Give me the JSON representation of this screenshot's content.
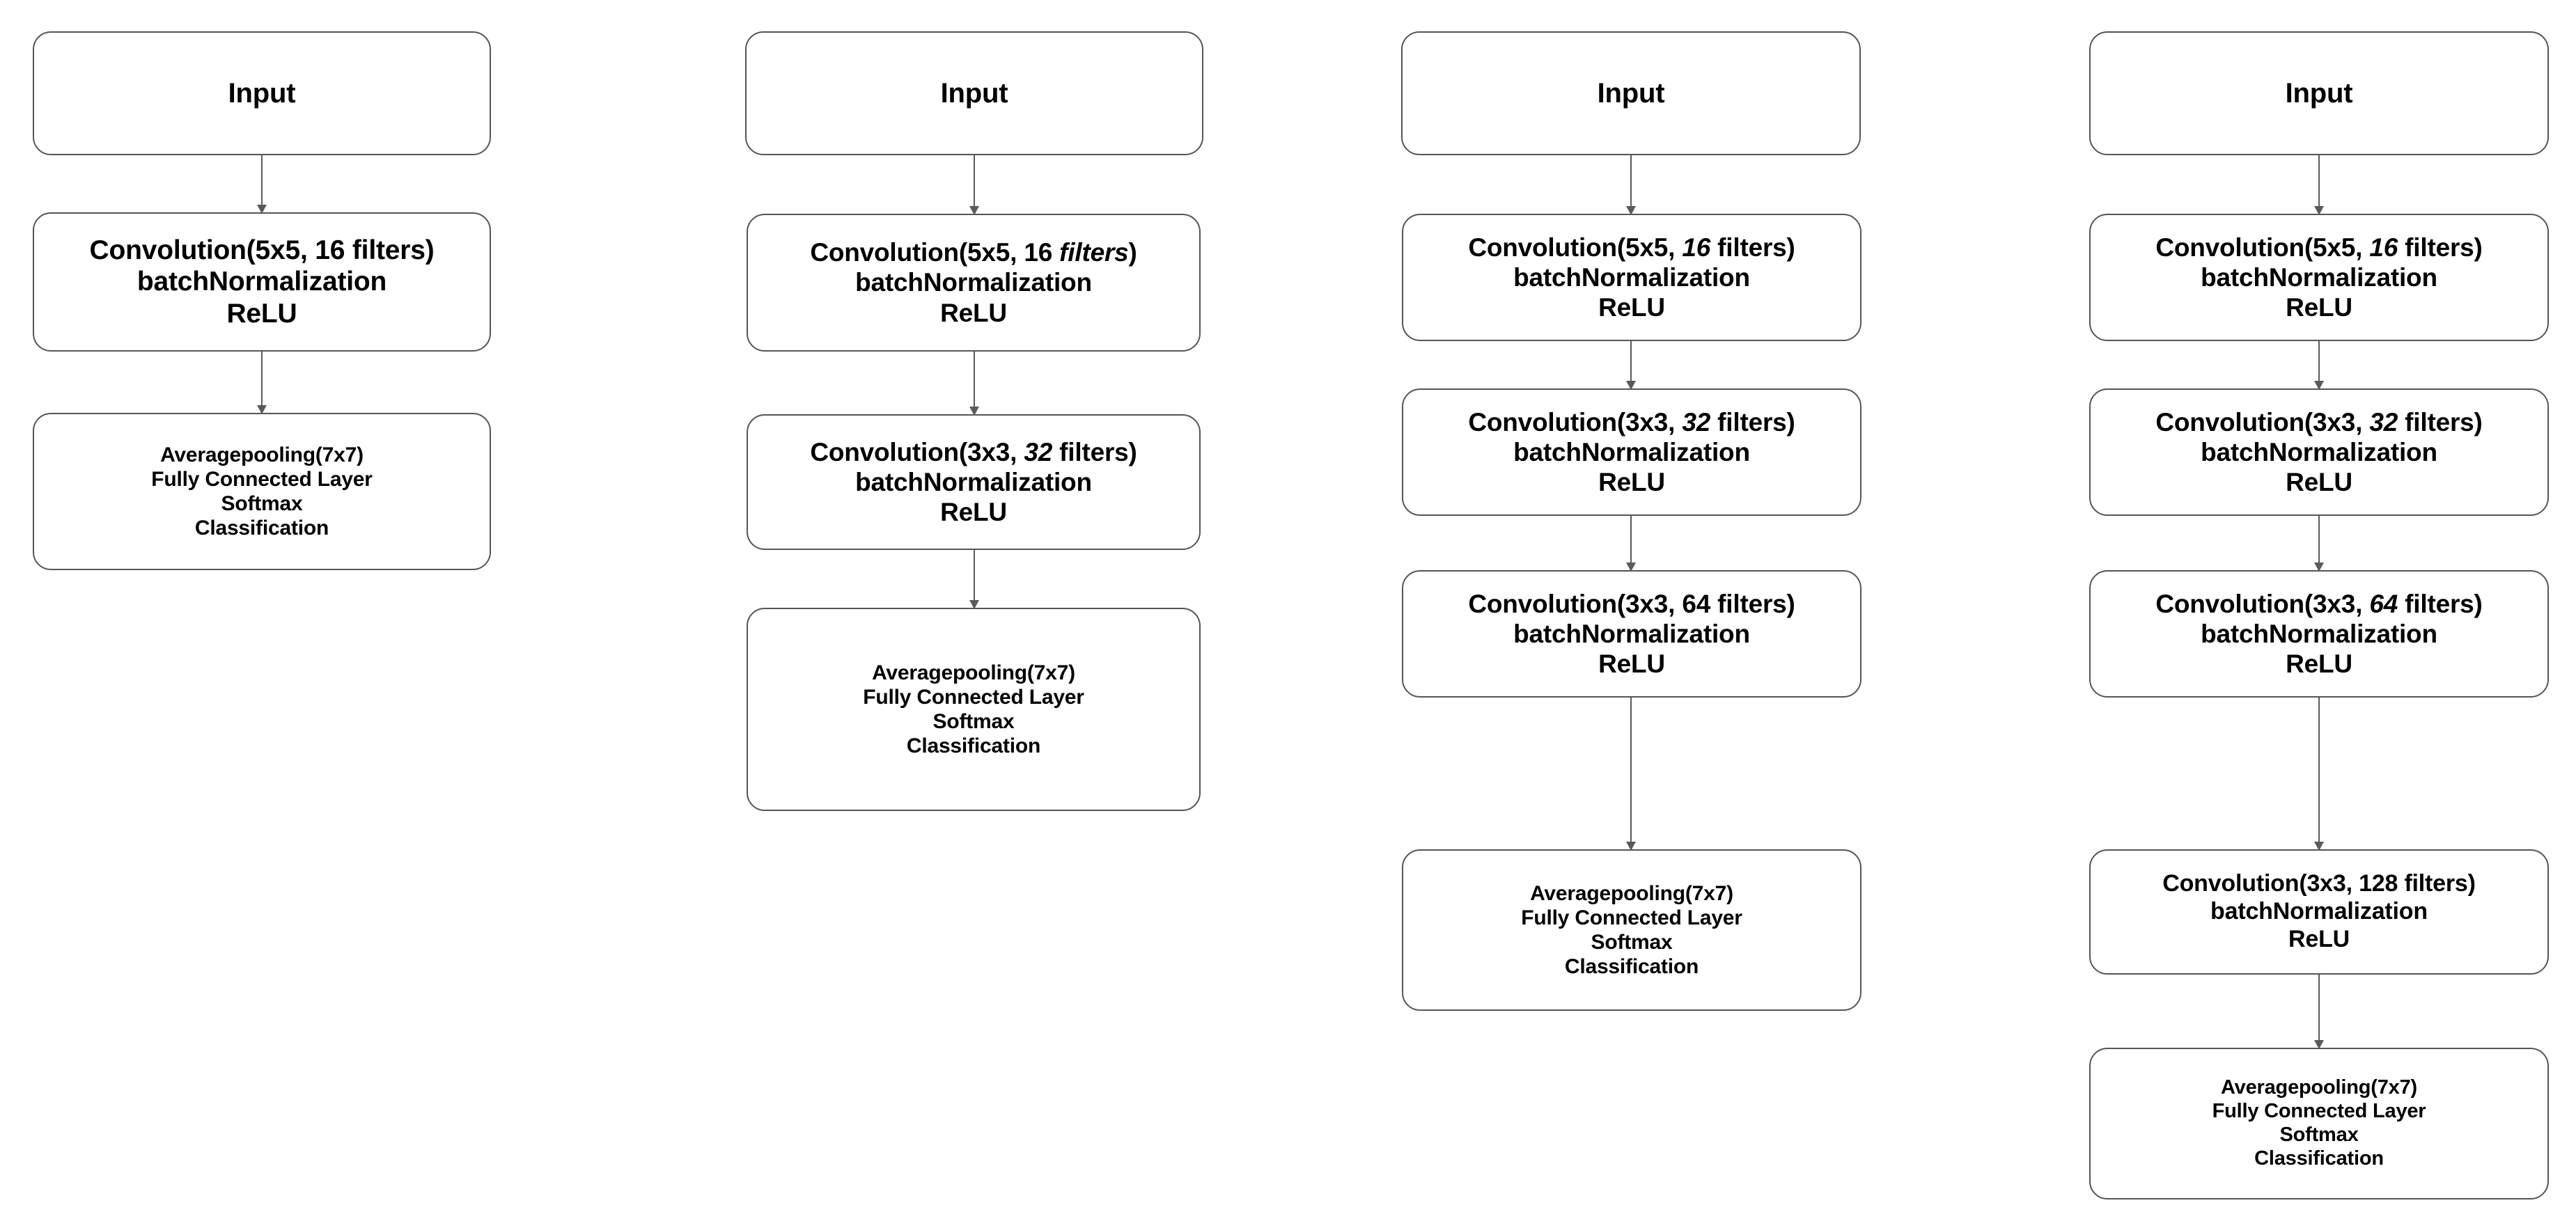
{
  "diagram": {
    "title": "CNN architecture variants",
    "background_color": "#ffffff",
    "box_border_color": "#555555",
    "connector_color": "#5a5a5a",
    "text_color": "#000000"
  },
  "columns": [
    {
      "id": "architecture-1",
      "nodes": [
        {
          "id": "c1-input",
          "type": "input",
          "lines": [
            "Input"
          ]
        },
        {
          "id": "c1-conv1",
          "type": "convolution",
          "lines": [
            "Convolution(5x5, 16 filters)",
            "batchNormalization",
            "ReLU"
          ],
          "kernel": "5x5",
          "filters": 16
        },
        {
          "id": "c1-output",
          "type": "output",
          "lines": [
            "Averagepooling(7x7)",
            "Fully Connected Layer",
            "Softmax",
            "Classification"
          ],
          "pool": "7x7"
        }
      ]
    },
    {
      "id": "architecture-2",
      "nodes": [
        {
          "id": "c2-input",
          "type": "input",
          "lines": [
            "Input"
          ]
        },
        {
          "id": "c2-conv1",
          "type": "convolution",
          "lines": [
            "Convolution(5x5, 16 filters)",
            "batchNormalization",
            "ReLU"
          ],
          "kernel": "5x5",
          "filters": 16,
          "italic_token": "filters"
        },
        {
          "id": "c2-conv2",
          "type": "convolution",
          "lines": [
            "Convolution(3x3, 32 filters)",
            "batchNormalization",
            "ReLU"
          ],
          "kernel": "3x3",
          "filters": 32,
          "italic_token": "32"
        },
        {
          "id": "c2-output",
          "type": "output",
          "lines": [
            "Averagepooling(7x7)",
            "Fully Connected Layer",
            "Softmax",
            "Classification"
          ],
          "pool": "7x7"
        }
      ]
    },
    {
      "id": "architecture-3",
      "nodes": [
        {
          "id": "c3-input",
          "type": "input",
          "lines": [
            "Input"
          ]
        },
        {
          "id": "c3-conv1",
          "type": "convolution",
          "lines": [
            "Convolution(5x5, 16 filters)",
            "batchNormalization",
            "ReLU"
          ],
          "kernel": "5x5",
          "filters": 16,
          "italic_token": "16"
        },
        {
          "id": "c3-conv2",
          "type": "convolution",
          "lines": [
            "Convolution(3x3, 32 filters)",
            "batchNormalization",
            "ReLU"
          ],
          "kernel": "3x3",
          "filters": 32,
          "italic_token": "32"
        },
        {
          "id": "c3-conv3",
          "type": "convolution",
          "lines": [
            "Convolution(3x3, 64 filters)",
            "batchNormalization",
            "ReLU"
          ],
          "kernel": "3x3",
          "filters": 64
        },
        {
          "id": "c3-output",
          "type": "output",
          "lines": [
            "Averagepooling(7x7)",
            "Fully Connected Layer",
            "Softmax",
            "Classification"
          ],
          "pool": "7x7"
        }
      ]
    },
    {
      "id": "architecture-4",
      "nodes": [
        {
          "id": "c4-input",
          "type": "input",
          "lines": [
            "Input"
          ]
        },
        {
          "id": "c4-conv1",
          "type": "convolution",
          "lines": [
            "Convolution(5x5, 16 filters)",
            "batchNormalization",
            "ReLU"
          ],
          "kernel": "5x5",
          "filters": 16,
          "italic_token": "16"
        },
        {
          "id": "c4-conv2",
          "type": "convolution",
          "lines": [
            "Convolution(3x3, 32 filters)",
            "batchNormalization",
            "ReLU"
          ],
          "kernel": "3x3",
          "filters": 32,
          "italic_token": "32"
        },
        {
          "id": "c4-conv3",
          "type": "convolution",
          "lines": [
            "Convolution(3x3, 64 filters)",
            "batchNormalization",
            "ReLU"
          ],
          "kernel": "3x3",
          "filters": 64,
          "italic_token": "64"
        },
        {
          "id": "c4-conv4",
          "type": "convolution",
          "lines": [
            "Convolution(3x3, 128 filters)",
            "batchNormalization",
            "ReLU"
          ],
          "kernel": "3x3",
          "filters": 128
        },
        {
          "id": "c4-output",
          "type": "output",
          "lines": [
            "Averagepooling(7x7)",
            "Fully Connected Layer",
            "Softmax",
            "Classification"
          ],
          "pool": "7x7"
        }
      ]
    }
  ],
  "text": {
    "c1": {
      "n0": {
        "l0": "Input"
      },
      "n1": {
        "l0a": "Convolution(5x5, 16 filters)",
        "l1": "batchNormalization",
        "l2": "ReLU"
      },
      "n2": {
        "l0": "Averagepooling(7x7)",
        "l1": "Fully Connected Layer",
        "l2": "Softmax",
        "l3": "Classification"
      }
    },
    "c2": {
      "n0": {
        "l0": "Input"
      },
      "n1": {
        "pre": "Convolution(5x5, 16 ",
        "em": "filters",
        "post": ")",
        "l1": "batchNormalization",
        "l2": "ReLU"
      },
      "n2": {
        "pre": "Convolution(3x3, ",
        "em": "32",
        "post": " filters)",
        "l1": "batchNormalization",
        "l2": "ReLU"
      },
      "n3": {
        "l0": "Averagepooling(7x7)",
        "l1": "Fully Connected Layer",
        "l2": "Softmax",
        "l3": "Classification"
      }
    },
    "c3": {
      "n0": {
        "l0": "Input"
      },
      "n1": {
        "pre": "Convolution(5x5, ",
        "em": "16",
        "post": " filters)",
        "l1": "batchNormalization",
        "l2": "ReLU"
      },
      "n2": {
        "pre": "Convolution(3x3, ",
        "em": "32",
        "post": " filters)",
        "l1": "batchNormalization",
        "l2": "ReLU"
      },
      "n3": {
        "l0a": "Convolution(3x3, 64 filters)",
        "l1": "batchNormalization",
        "l2": "ReLU"
      },
      "n4": {
        "l0": "Averagepooling(7x7)",
        "l1": "Fully Connected Layer",
        "l2": "Softmax",
        "l3": "Classification"
      }
    },
    "c4": {
      "n0": {
        "l0": "Input"
      },
      "n1": {
        "pre": "Convolution(5x5, ",
        "em": "16",
        "post": " filters)",
        "l1": "batchNormalization",
        "l2": "ReLU"
      },
      "n2": {
        "pre": "Convolution(3x3, ",
        "em": "32",
        "post": " filters)",
        "l1": "batchNormalization",
        "l2": "ReLU"
      },
      "n3": {
        "pre": "Convolution(3x3, ",
        "em": "64",
        "post": " filters)",
        "l1": "batchNormalization",
        "l2": "ReLU"
      },
      "n4": {
        "l0a": "Convolution(3x3, 128 filters)",
        "l1": "batchNormalization",
        "l2": "ReLU"
      },
      "n5": {
        "l0": "Averagepooling(7x7)",
        "l1": "Fully Connected Layer",
        "l2": "Softmax",
        "l3": "Classification"
      }
    }
  }
}
